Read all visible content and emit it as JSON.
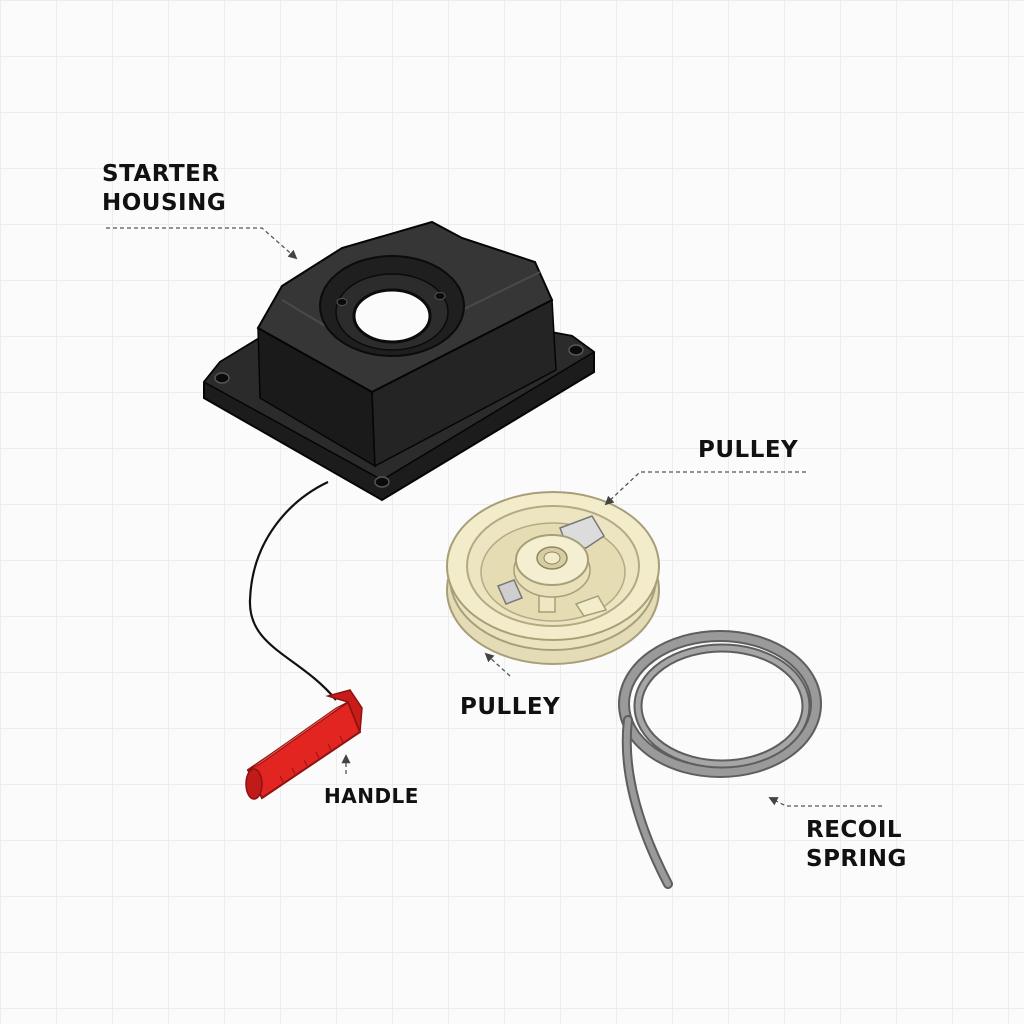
{
  "callouts": {
    "starter_housing": {
      "line1": "STARTER",
      "line2": "HOUSING"
    },
    "pulley_top": "PULLEY",
    "pulley_bottom": "PULLEY",
    "handle": "HANDLE",
    "recoil_spring": {
      "line1": "RECOIL",
      "line2": "SPRING"
    }
  },
  "colors": {
    "housing": "#2a2a2a",
    "pulley": "#f3eccb",
    "handle": "#e32522",
    "spring": "#8f8f8f",
    "cord": "#111111",
    "leader_line": "#555555",
    "label_text": "#111111"
  }
}
